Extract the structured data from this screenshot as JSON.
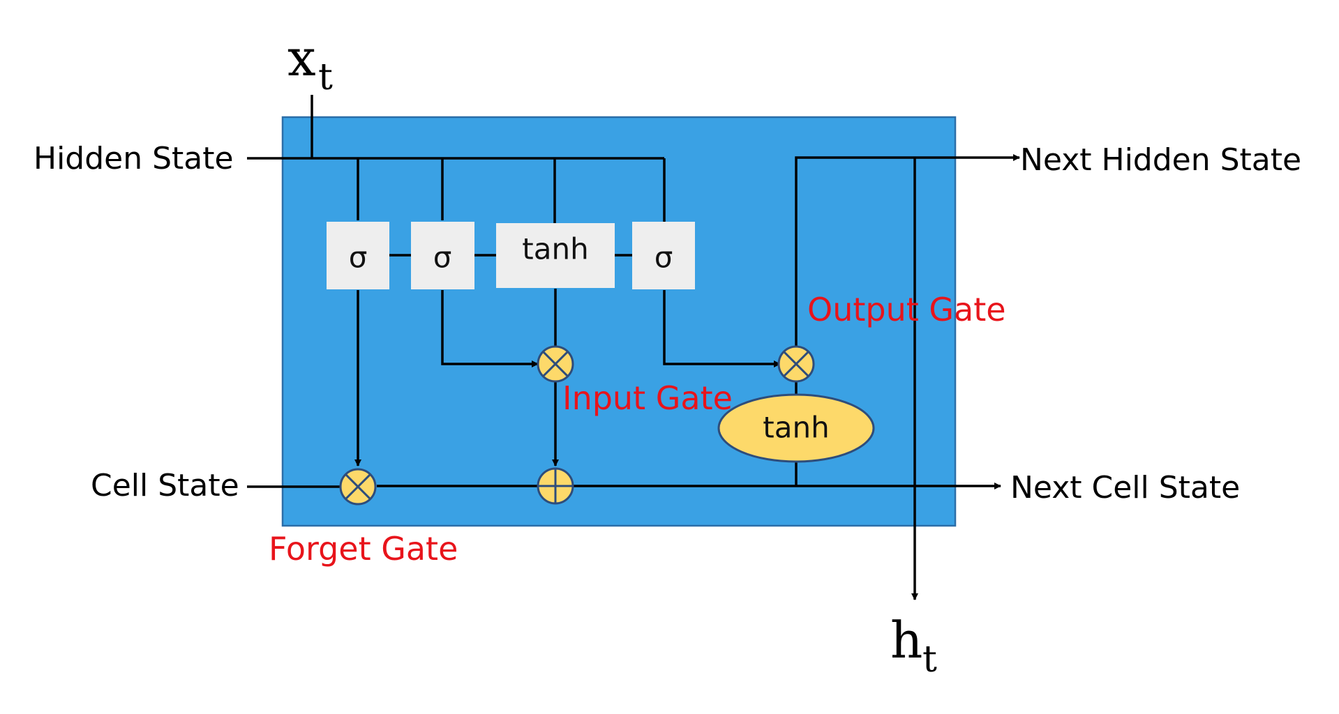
{
  "colors": {
    "cell_body": "#3aa1e4",
    "cell_border": "#2c6ea8",
    "activation_box": "#eeeeee",
    "operator_fill": "#fdd96a",
    "operator_stroke": "#2e4d7b",
    "gate_label": "#e8141b",
    "wire": "#000000"
  },
  "inputs": {
    "x_main": "x",
    "x_sub": "t",
    "hidden_state": "Hidden State",
    "cell_state": "Cell State"
  },
  "outputs": {
    "next_hidden_state": "Next Hidden State",
    "next_cell_state": "Next Cell State",
    "h_main": "h",
    "h_sub": "t"
  },
  "activations": {
    "forget_sigma": "σ",
    "input_sigma": "σ",
    "candidate_tanh": "tanh",
    "output_sigma": "σ",
    "cell_tanh": "tanh"
  },
  "gates": {
    "forget": "Forget Gate",
    "input": "Input Gate",
    "output": "Output Gate"
  },
  "operators": {
    "forget_multiply": "multiply-icon",
    "input_multiply": "multiply-icon",
    "output_multiply": "multiply-icon",
    "cell_add": "add-icon"
  }
}
